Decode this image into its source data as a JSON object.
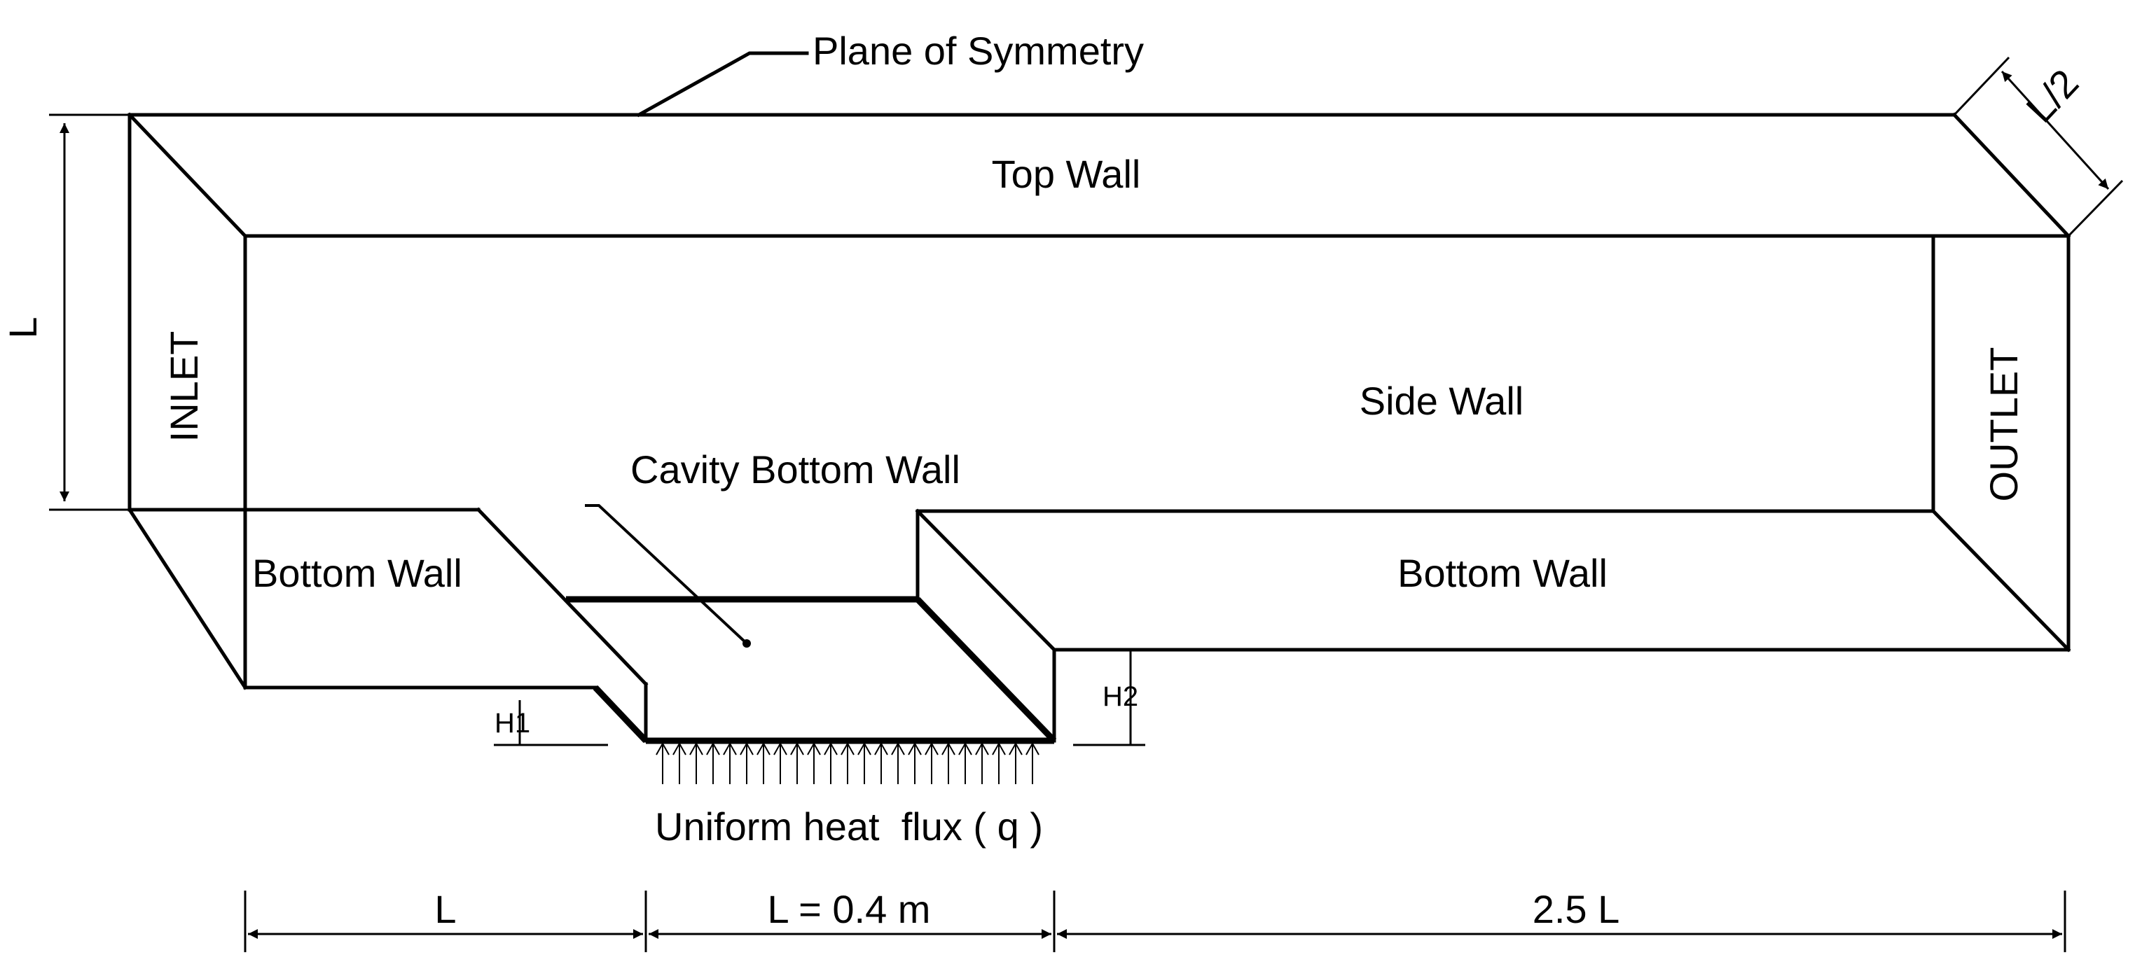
{
  "labels": {
    "plane_of_symmetry": "Plane of Symmetry",
    "top_wall": "Top Wall",
    "side_wall": "Side Wall",
    "inlet": "INLET",
    "outlet": "OUTLET",
    "cavity_bottom_wall": "Cavity Bottom Wall",
    "bottom_wall_left": "Bottom Wall",
    "bottom_wall_right": "Bottom Wall",
    "h1": "H1",
    "h2": "H2",
    "heat_flux": "Uniform heat  flux ( q )"
  },
  "dimensions": {
    "height": "L",
    "depth": "L/2",
    "upstream": "L",
    "cavity": "L = 0.4 m",
    "downstream": "2.5 L"
  }
}
